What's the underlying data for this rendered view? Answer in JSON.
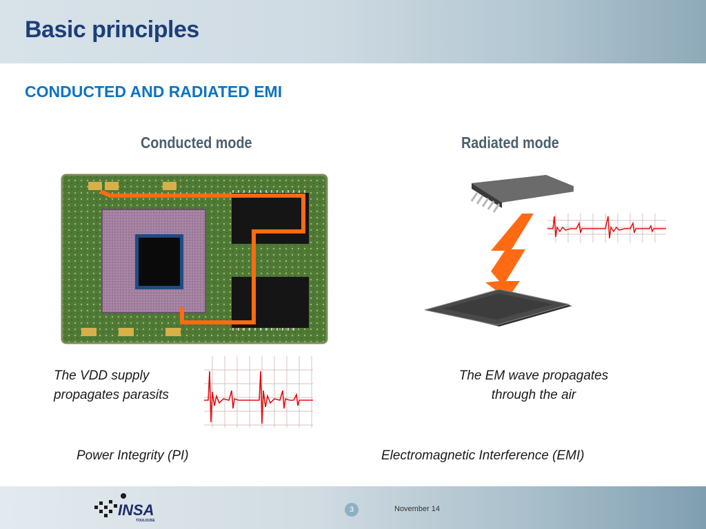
{
  "slide": {
    "title": "Basic principles",
    "subtitle": "CONDUCTED AND RADIATED EMI"
  },
  "columns": {
    "conducted": {
      "heading": "Conducted mode",
      "caption_line1": "The VDD supply",
      "caption_line2": "propagates parasits",
      "label": "Power Integrity (PI)"
    },
    "radiated": {
      "heading": "Radiated mode",
      "caption_line1": "The EM wave propagates",
      "caption_line2": "through the air",
      "label": "Electromagnetic Interference (EMI)"
    }
  },
  "footer": {
    "logo_text": "INSA",
    "logo_subtext": "TOULOUSE",
    "page_number": "3",
    "date": "November 14"
  },
  "colors": {
    "title": "#1c3f7a",
    "subtitle": "#0e73c2",
    "trace": "#ff6a13",
    "signal": "#e01010"
  }
}
